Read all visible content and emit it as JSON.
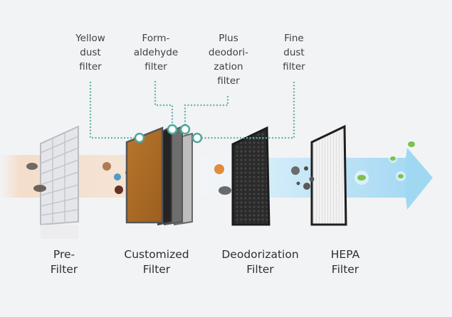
{
  "callouts": [
    {
      "id": "yellow-dust",
      "text": "Yellow\ndust\nfilter"
    },
    {
      "id": "formaldehyde",
      "text": "Form-\naldehyde\nfilter"
    },
    {
      "id": "plus-deodorization",
      "text": "Plus\ndeodori-\nzation\nfilter"
    },
    {
      "id": "fine-dust",
      "text": "Fine\ndust\nfilter"
    }
  ],
  "stages": [
    {
      "id": "pre-filter",
      "text": "Pre-\nFilter"
    },
    {
      "id": "customized-filter",
      "text": "Customized\nFilter"
    },
    {
      "id": "deodorization-filter",
      "text": "Deodorization\nFilter"
    },
    {
      "id": "hepa-filter",
      "text": "HEPA\nFilter"
    }
  ],
  "colors": {
    "background": "#f2f3f5",
    "callout_line": "#5fb3a8",
    "airflow_dirty": "#f3dccb",
    "airflow_clean": "#b9e2f5",
    "arrow": "#9fd8f3"
  }
}
